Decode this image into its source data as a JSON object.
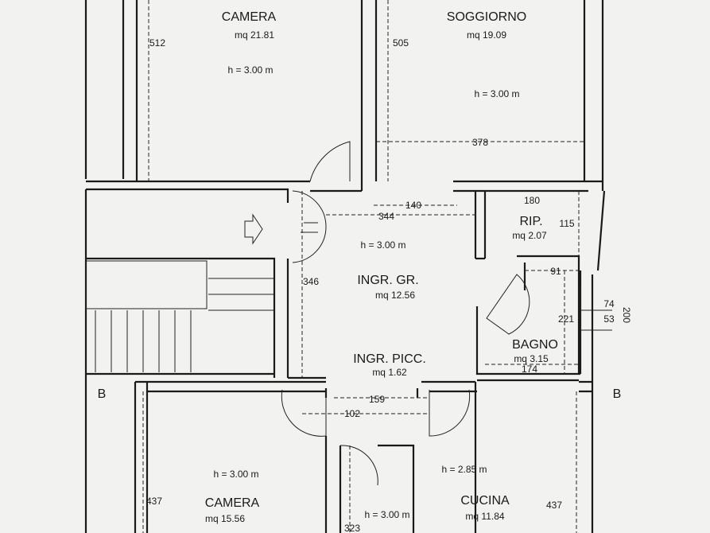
{
  "rooms": {
    "camera_top": {
      "name": "CAMERA",
      "area": "mq 21.81",
      "height": "h = 3.00 m"
    },
    "soggiorno": {
      "name": "SOGGIORNO",
      "area": "mq 19.09",
      "height": "h = 3.00 m"
    },
    "ripostiglio": {
      "name": "RIP.",
      "area": "mq 2.07"
    },
    "ingresso_grande": {
      "name": "INGR. GR.",
      "area": "mq 12.56",
      "height": "h = 3.00 m"
    },
    "bagno": {
      "name": "BAGNO",
      "area": "mq 3.15"
    },
    "ingresso_piccolo": {
      "name": "INGR. PICC.",
      "area": "mq 1.62"
    },
    "camera_bottom": {
      "name": "CAMERA",
      "area": "mq 15.56",
      "height": "h = 3.00 m"
    },
    "cucina": {
      "name": "CUCINA",
      "area": "mq 11.84",
      "height": "h = 2.85 m"
    },
    "corridor_bottom": {
      "height": "h = 3.00 m"
    }
  },
  "dimensions": {
    "d512": "512",
    "d505": "505",
    "d378": "378",
    "d140": "140",
    "d344": "344",
    "d180": "180",
    "d115": "115",
    "d91": "91",
    "d346": "346",
    "d74": "74",
    "d53": "53",
    "d200": "200",
    "d221": "221",
    "d174": "174",
    "d159": "159",
    "d102": "102",
    "d437_left": "437",
    "d437_right": "437",
    "d323": "323"
  },
  "markers": {
    "b_left": "B",
    "b_right": "B"
  },
  "colors": {
    "paper": "#f2f2f0",
    "ink": "#1a1a1a"
  }
}
